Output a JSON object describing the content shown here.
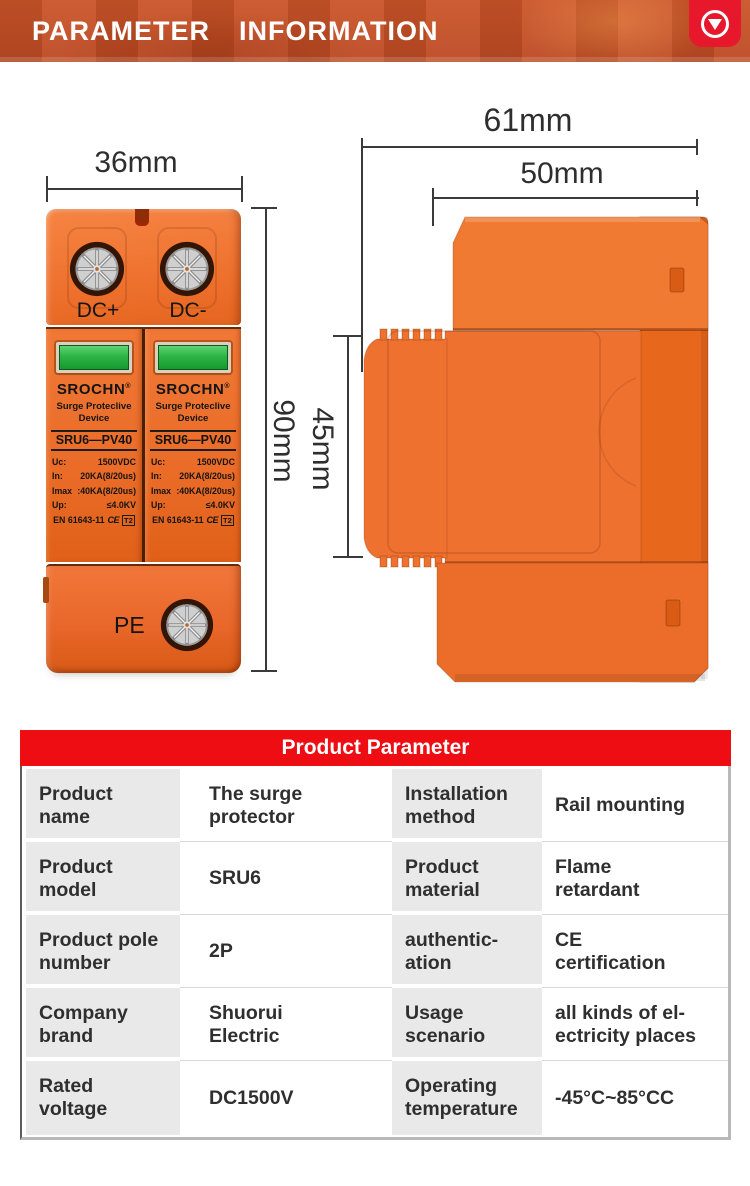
{
  "header": {
    "title": "PARAMETER  INFORMATION",
    "badge_icon": "down-arrow"
  },
  "diagram": {
    "front_view": {
      "dim_width": "36mm",
      "dim_height": "90mm",
      "terminals": {
        "positive": "DC+",
        "negative": "DC-",
        "ground": "PE"
      },
      "module": {
        "brand": "SROCHN",
        "reg": "®",
        "subtitle": "Surge Proteclive\nDevice",
        "model": "SRU6—PV40",
        "specs": [
          {
            "label": "Uc:",
            "value": "1500VDC"
          },
          {
            "label": "In:",
            "value": "20KA(8/20us)"
          },
          {
            "label": "Imax",
            "value": ":40KA(8/20us)"
          },
          {
            "label": "Up:",
            "value": "≤4.0KV"
          }
        ],
        "cert": "EN 61643-11",
        "cert_mark": "CE",
        "cert_class": "T2"
      }
    },
    "side_view": {
      "dim_total_width": "61mm",
      "dim_body_width": "50mm",
      "dim_body_height": "45mm"
    }
  },
  "table": {
    "title": "Product Parameter",
    "rows": [
      {
        "label1": "Product\nname",
        "value1": "The surge\nprotector",
        "label2": "Installation\nmethod",
        "value2": "Rail mounting"
      },
      {
        "label1": "Product\nmodel",
        "value1": "SRU6",
        "label2": "Product\nmaterial",
        "value2": "Flame\nretardant"
      },
      {
        "label1": "Product pole\nnumber",
        "value1": "2P",
        "label2": "authentic-\nation",
        "value2": "CE\ncertification"
      },
      {
        "label1": "Company\nbrand",
        "value1": "Shuorui\nElectric",
        "label2": "Usage\nscenario",
        "value2": "all kinds of el-\nectricity places"
      },
      {
        "label1": "Rated\nvoltage",
        "value1": "DC1500V",
        "label2": "Operating\ntemperature",
        "value2": "-45°C~85°CC"
      }
    ]
  },
  "colors": {
    "accent_red": "#ed0d12",
    "badge_red": "#e7182b",
    "banner_orange": "#c45026",
    "device_orange": "#ee7130",
    "green_window": "#2cb445"
  }
}
